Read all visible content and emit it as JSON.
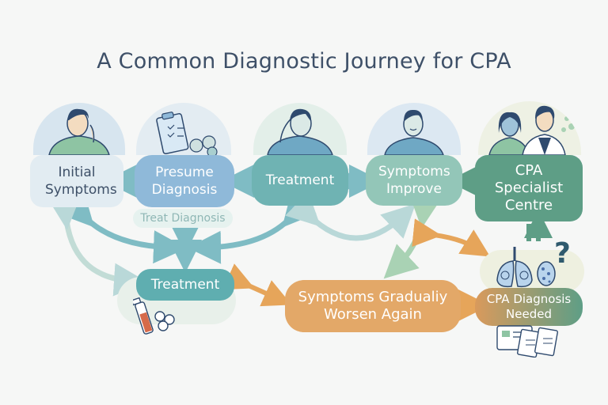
{
  "title": "A Common Diagnostic Journey for CPA",
  "nodes": {
    "initial_symptoms": {
      "label": "Initial Symptoms",
      "color": "#e2ecf2",
      "text_color": "#3e5068"
    },
    "presume_diagnosis": {
      "label": "Presume Diagnosis",
      "color": "#8fb9d9"
    },
    "treatment_top": {
      "label": "Treatment",
      "color": "#6fb3b3"
    },
    "symptoms_improve": {
      "label": "Symptoms Improve",
      "color": "#93c6b8"
    },
    "cpa_specialist_centre": {
      "label": "CPA Specialist Centre",
      "color": "#5e9e86"
    },
    "treatment_bottom": {
      "label": "Treatment",
      "color": "#5faeb0"
    },
    "symptoms_worsen": {
      "label": "Symptoms Gradualiy Worsen Again",
      "color": "#e3a868"
    },
    "cpa_diagnosis_needed": {
      "label": "CPA Diagnosis Needed",
      "color_start": "#d99a5c",
      "color_end": "#5e9e86"
    }
  },
  "labels": {
    "treat_diagnosis": "Treat Diagnosis"
  },
  "icons": {
    "question_mark": "?"
  },
  "colors": {
    "arrow_teal": "#7fbcc4",
    "arrow_light": "#b9d8d8",
    "arrow_green": "#a9d2b4",
    "arrow_orange": "#e6a55a",
    "title": "#3e5068",
    "icon_line": "#2f4a6e"
  }
}
